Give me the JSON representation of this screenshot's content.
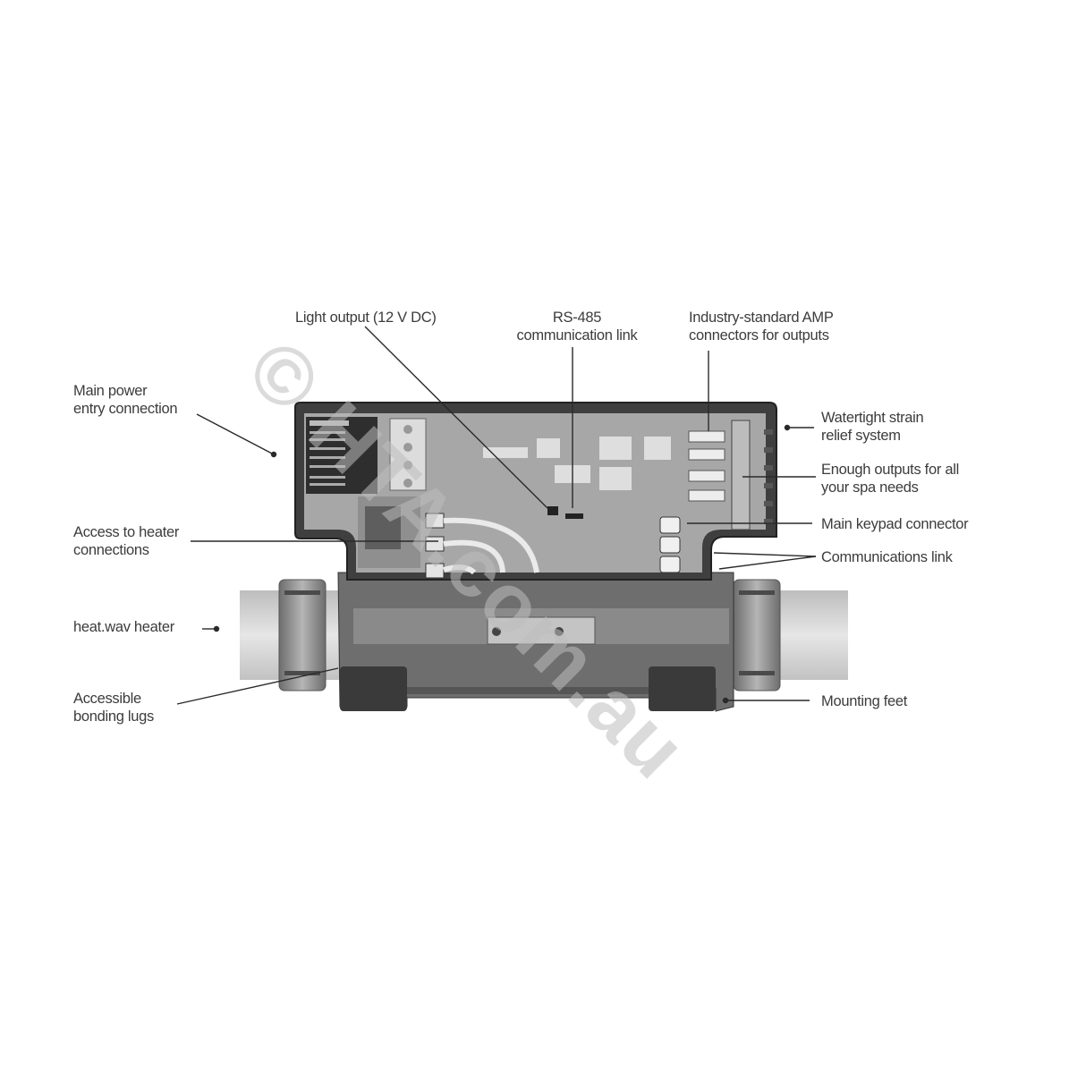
{
  "diagram": {
    "subject": "Spa control pack with heat.wav heater",
    "watermark": "© HTA.com.au",
    "colors": {
      "background": "#ffffff",
      "text": "#3c3c3c",
      "leader_line": "#2a2a2a",
      "housing_dark": "#3a3a3a",
      "housing_mid": "#7a7a7a",
      "board": "#a8a8a8",
      "pipe": "#d6d6d6"
    },
    "callouts": {
      "light_output": "Light output (12 V DC)",
      "rs485_line1": "RS-485",
      "rs485_line2": "communication link",
      "amp_line1": "Industry-standard AMP",
      "amp_line2": "connectors for outputs",
      "main_power_line1": "Main power",
      "main_power_line2": "entry connection",
      "strain_line1": "Watertight strain",
      "strain_line2": "relief system",
      "outputs_line1": "Enough outputs for all",
      "outputs_line2": "your spa needs",
      "keypad": "Main keypad connector",
      "comms": "Communications link",
      "heater_access_line1": "Access to heater",
      "heater_access_line2": "connections",
      "heater": "heat.wav heater",
      "bonding_line1": "Accessible",
      "bonding_line2": "bonding lugs",
      "feet": "Mounting feet"
    }
  }
}
